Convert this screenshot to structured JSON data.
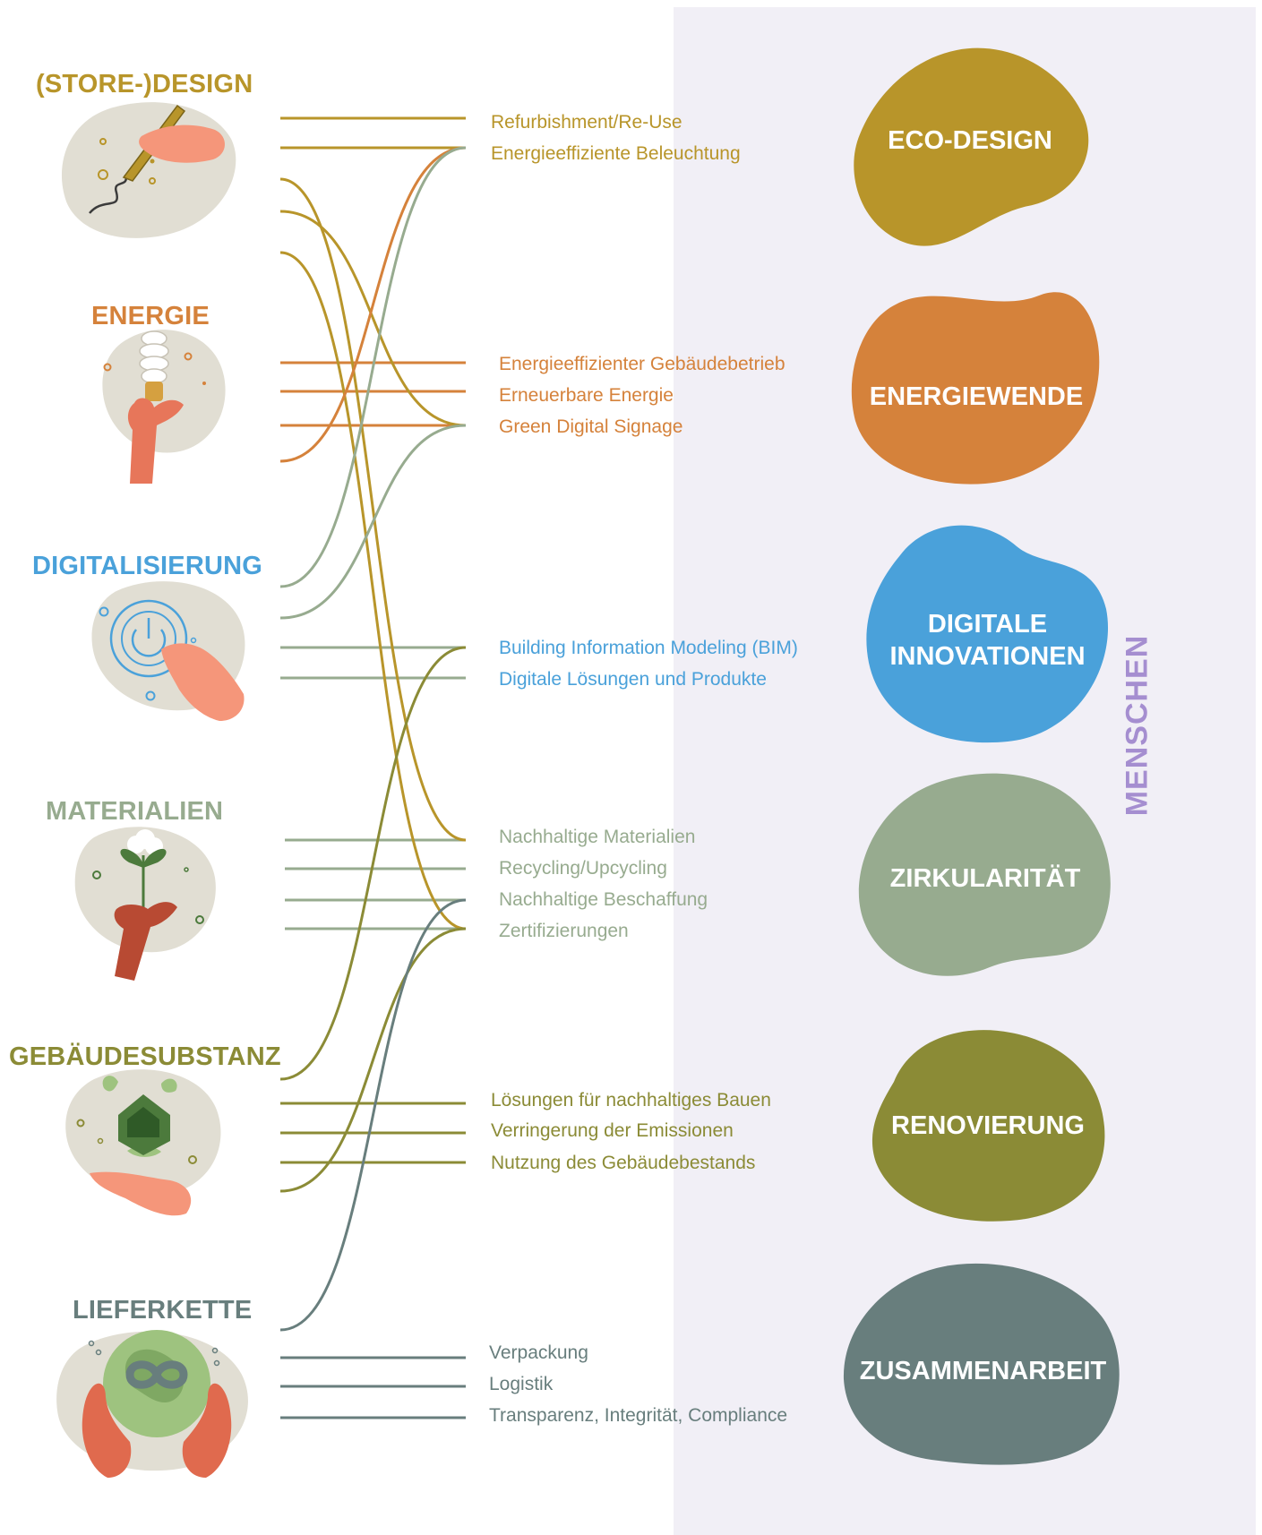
{
  "colors": {
    "design": "#b8952a",
    "energie": "#d5823b",
    "digital": "#4aa1da",
    "material": "#97ab8f",
    "gebaeude": "#8b8b36",
    "liefer": "#687e7d",
    "menschen": "#a58ed0",
    "panel": "#f1eff6"
  },
  "categories": [
    {
      "title": "(STORE-)DESIGN",
      "icon": "pen-hand-icon"
    },
    {
      "title": "ENERGIE",
      "icon": "lightbulb-hand-icon"
    },
    {
      "title": "DIGITALISIERUNG",
      "icon": "power-button-hand-icon"
    },
    {
      "title": "MATERIALIEN",
      "icon": "plant-hand-icon"
    },
    {
      "title": "GEBÄUDESUBSTANZ",
      "icon": "house-hand-icon"
    },
    {
      "title": "LIEFERKETTE",
      "icon": "globe-hands-icon"
    }
  ],
  "groups": [
    {
      "label": "ECO-DESIGN",
      "items": [
        "Refurbishment/Re-Use",
        "Energieeffiziente Beleuchtung"
      ]
    },
    {
      "label": "ENERGIEWENDE",
      "items": [
        "Energieeffizienter Gebäudebetrieb",
        "Erneuerbare Energie",
        "Green Digital Signage"
      ]
    },
    {
      "label": "DIGITALE\nINNOVATIONEN",
      "items": [
        "Building Information Modeling (BIM)",
        "Digitale Lösungen und Produkte"
      ]
    },
    {
      "label": "ZIRKULARITÄT",
      "items": [
        "Nachhaltige Materialien",
        "Recycling/Upcycling",
        "Nachhaltige Beschaffung",
        "Zertifizierungen"
      ]
    },
    {
      "label": "RENOVIERUNG",
      "items": [
        "Lösungen für nachhaltiges Bauen",
        "Verringerung der Emissionen",
        "Nutzung des Gebäudebestands"
      ]
    },
    {
      "label": "ZUSAMMENARBEIT",
      "items": [
        "Verpackung",
        "Logistik",
        "Transparenz, Integrität, Compliance"
      ]
    }
  ],
  "side_label": "MENSCHEN"
}
